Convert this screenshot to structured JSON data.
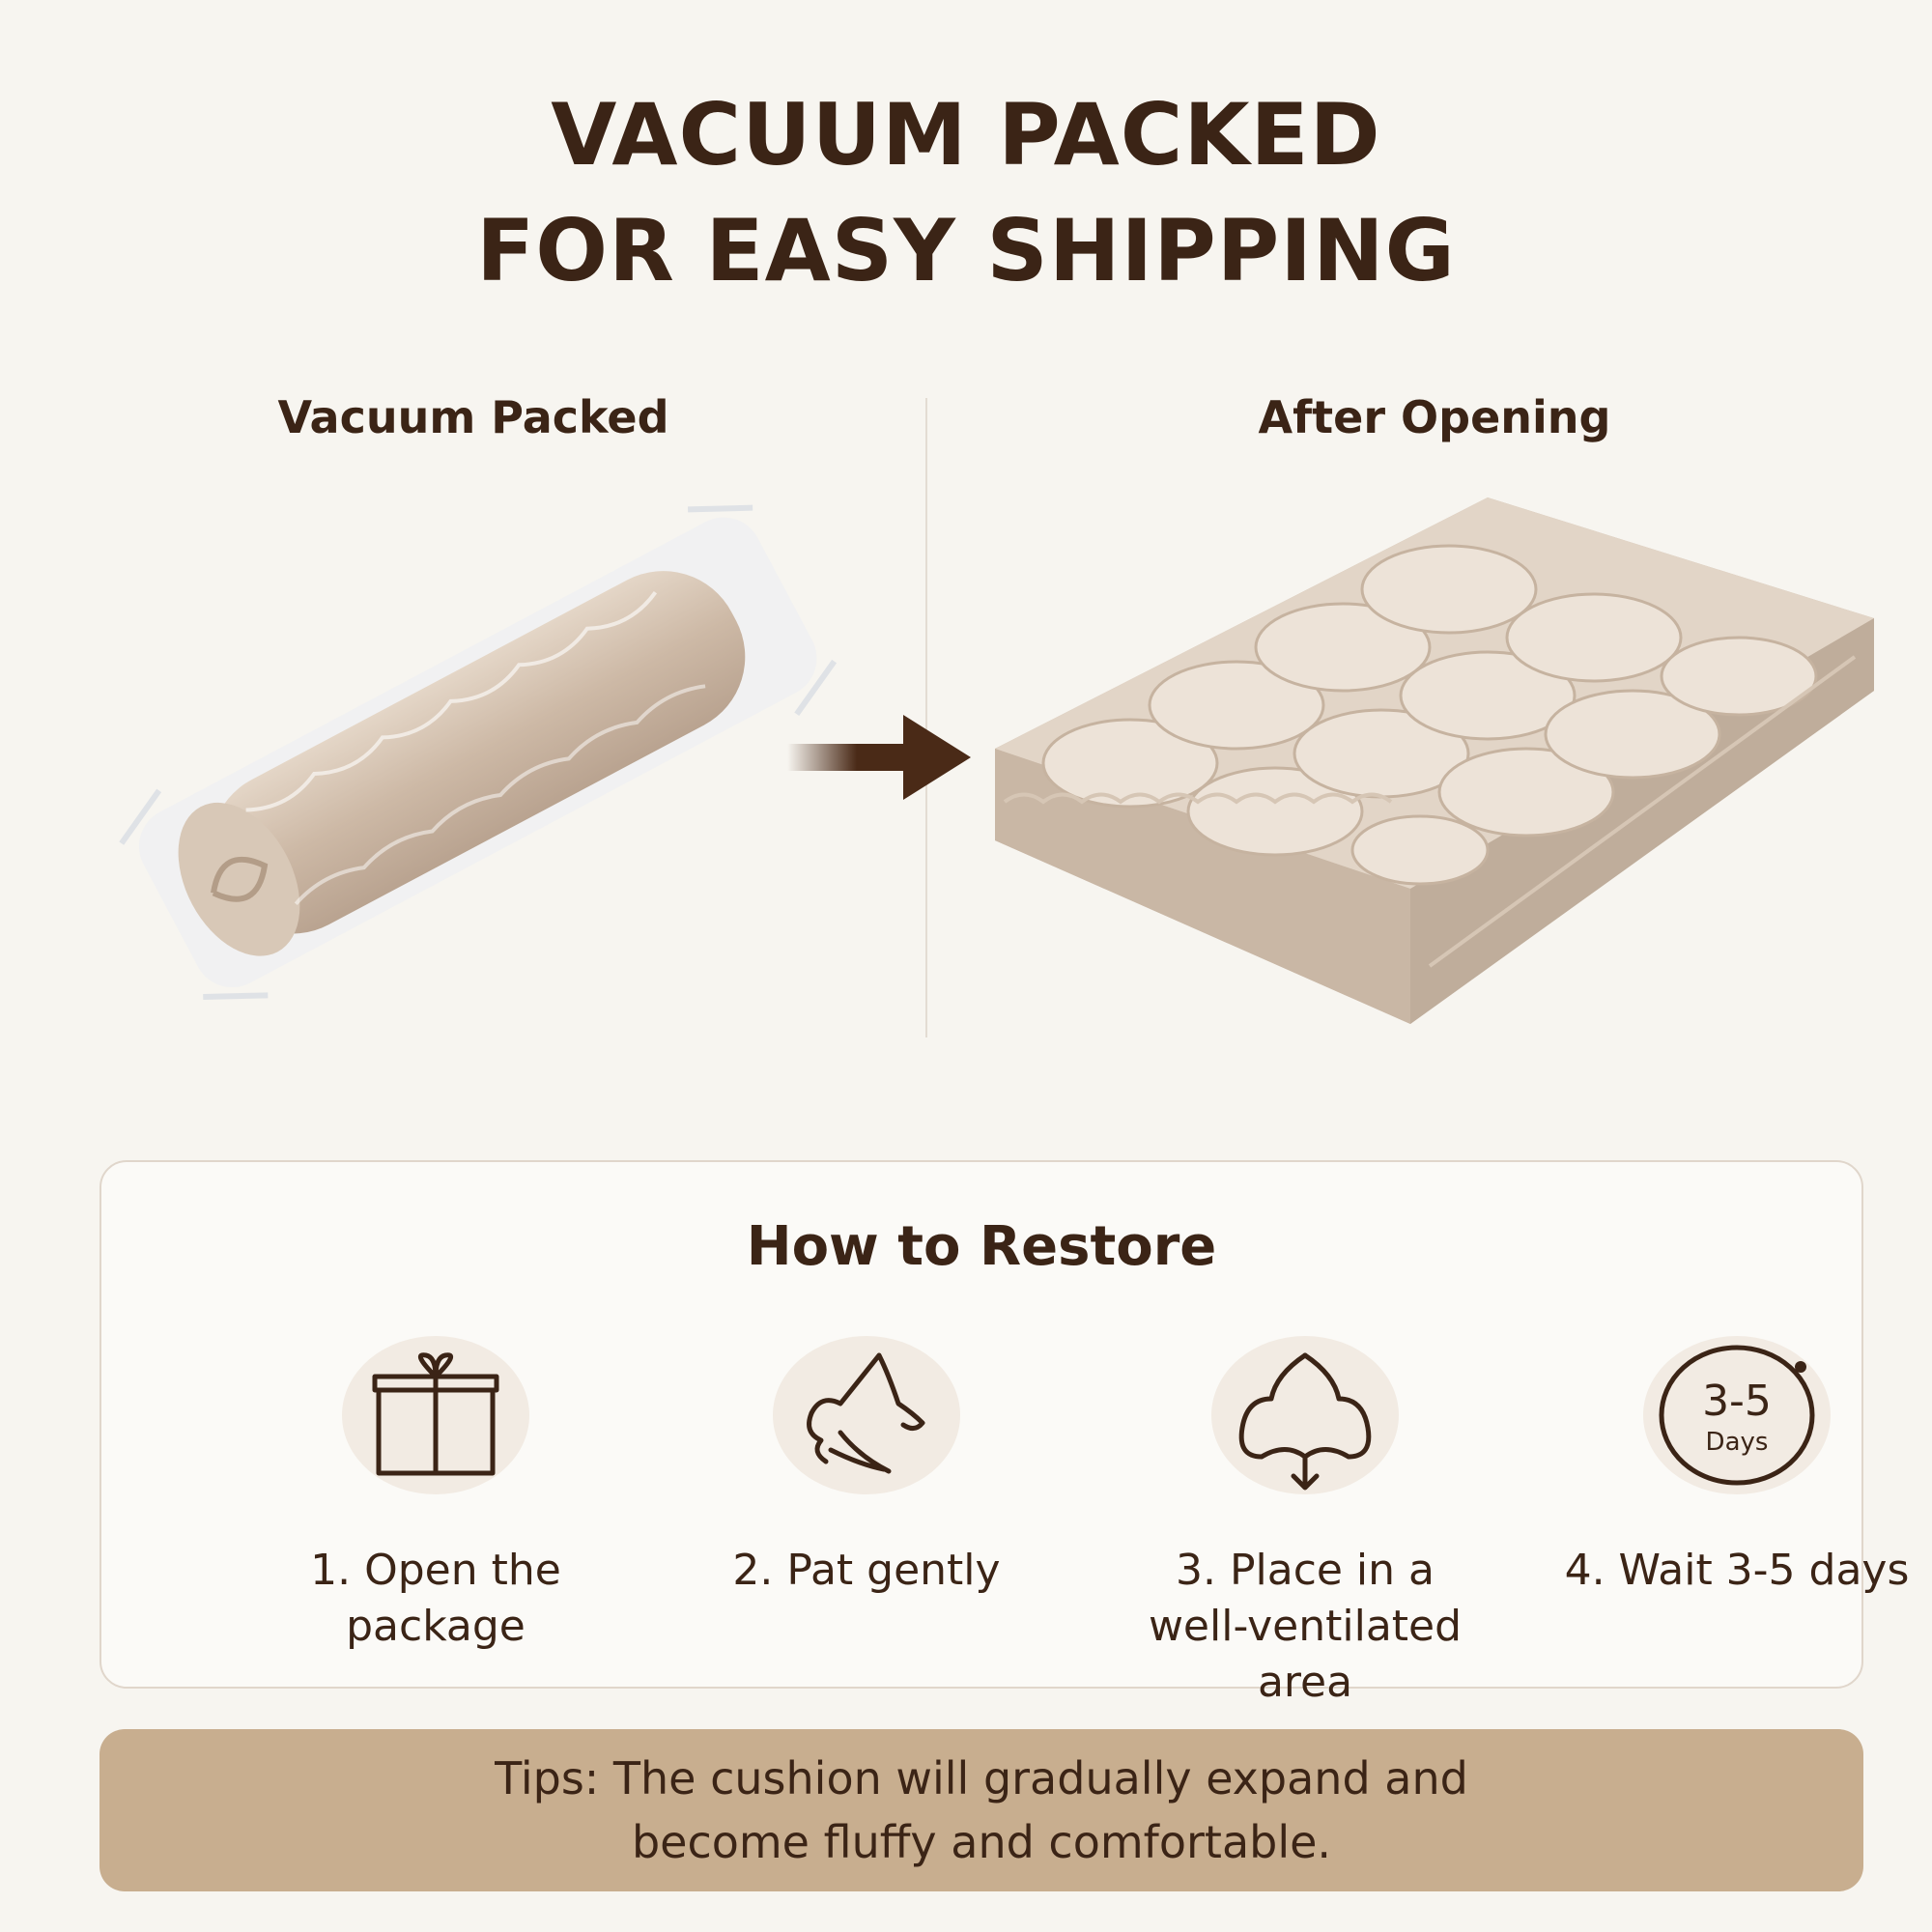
{
  "header": {
    "title_line1": "VACUUM PACKED",
    "title_line2": "FOR EASY SHIPPING"
  },
  "comparison": {
    "left_label": "Vacuum Packed",
    "right_label": "After Opening"
  },
  "restore": {
    "title": "How to Restore",
    "steps": [
      {
        "line1": "1. Open the",
        "line2": "package",
        "icon": "box-icon"
      },
      {
        "line1": "2. Pat gently",
        "line2": "",
        "icon": "hand-pat-icon"
      },
      {
        "line1": "3. Place in a",
        "line2": "well-ventilated area",
        "icon": "cotton-icon"
      },
      {
        "line1": "4. Wait 3-5 days",
        "line2": "",
        "icon": "clock-icon",
        "badge_number": "3-5",
        "badge_unit": "Days"
      }
    ]
  },
  "tips": {
    "line1": "Tips: The cushion will gradually expand and",
    "line2": "become fluffy and comfortable."
  },
  "colors": {
    "background": "#f7f5f0",
    "text": "#3b2416",
    "tips_bg": "#c8ae8f",
    "cushion": "#d9cabb"
  }
}
